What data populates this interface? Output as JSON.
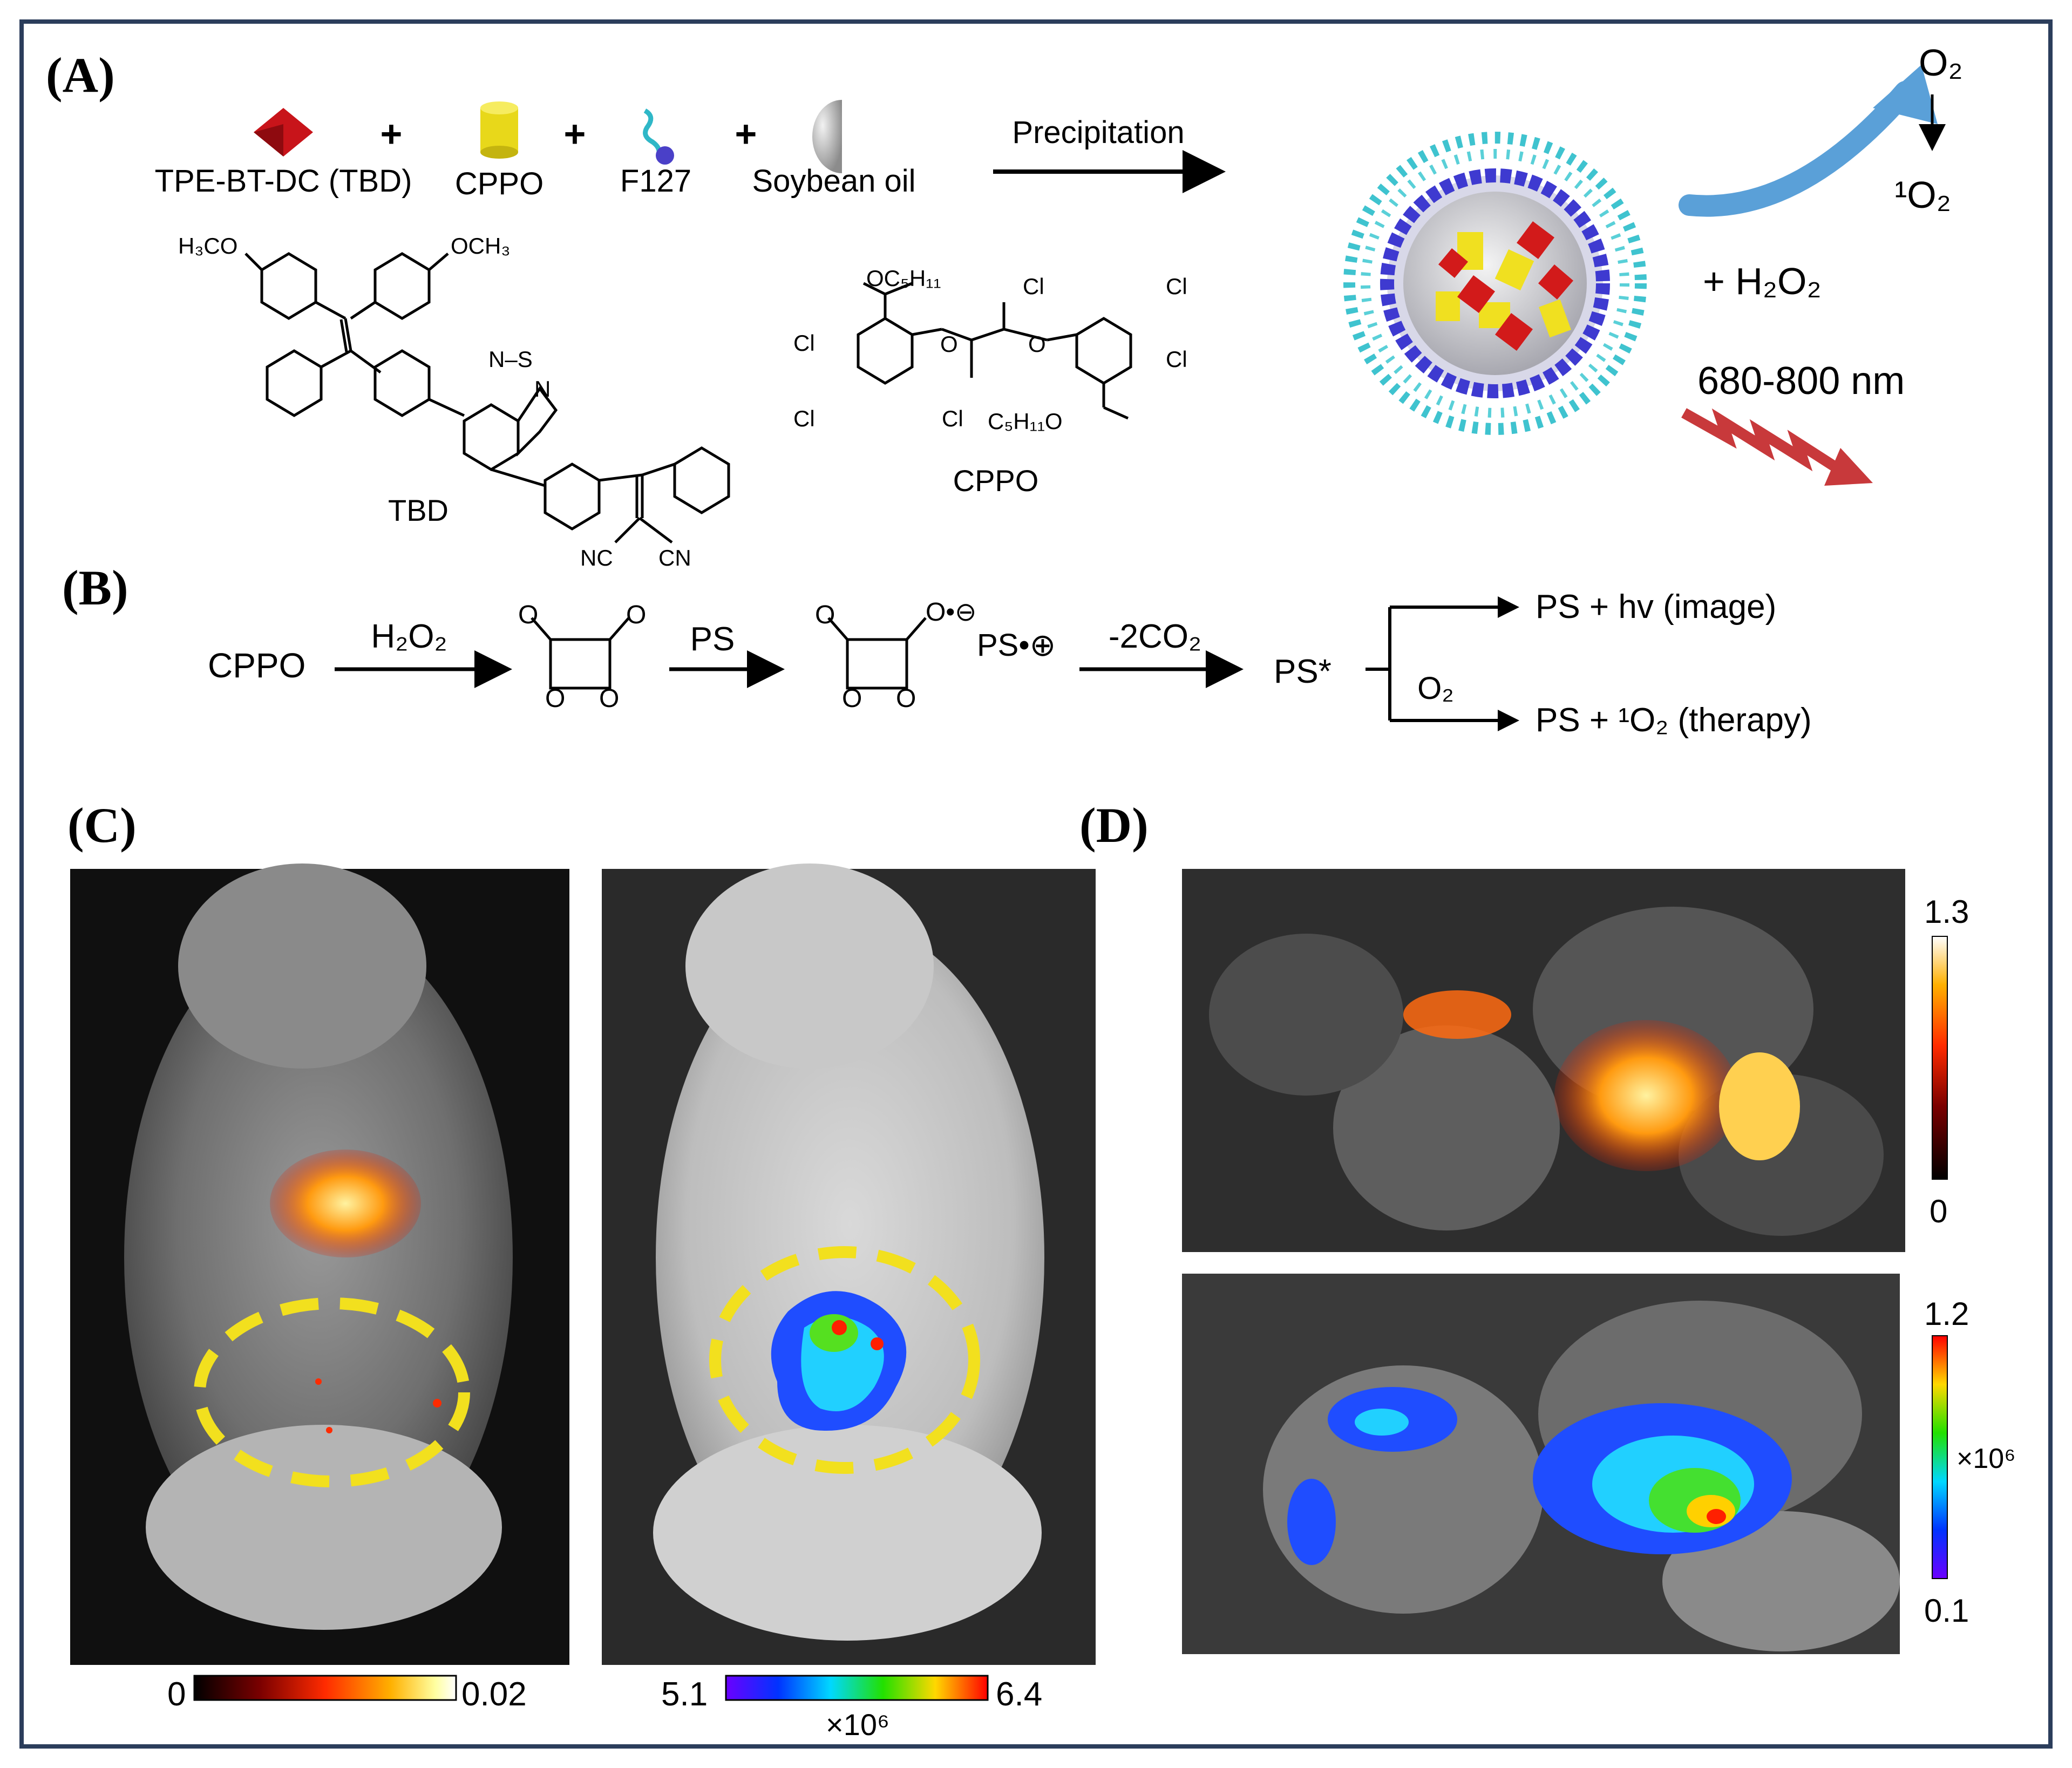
{
  "panels": {
    "a": {
      "label": "(A)",
      "reagents": [
        {
          "name": "TPE-BT-DC (TBD)",
          "icon": "red-cube-icon"
        },
        {
          "name": "CPPO",
          "icon": "yellow-cylinder-icon"
        },
        {
          "name": "F127",
          "icon": "polymer-chain-icon"
        },
        {
          "name": "Soybean oil",
          "icon": "oil-droplet-icon"
        }
      ],
      "plus": "+",
      "arrow_label": "Precipitation",
      "structure_labels": {
        "tbd": "TBD",
        "cppo": "CPPO",
        "h3co": "H₃CO",
        "och3": "OCH₃",
        "ns": "N–S",
        "n": "N",
        "nc": "NC",
        "cn": "CN",
        "oc5h11": "OC₅H₁₁",
        "c5h11o": "C₅H₁₁O",
        "cl": "Cl",
        "o": "O"
      },
      "o2": "O₂",
      "singlet_o2": "¹O₂",
      "h2o2": "+ H₂O₂",
      "emission": "680-800 nm"
    },
    "b": {
      "label": "(B)",
      "start": "CPPO",
      "h2o2": "H₂O₂",
      "ps": "PS",
      "ps_radical": "PS•⊕",
      "minus_co2": "-2CO₂",
      "ps_star": "PS*",
      "o2": "O₂",
      "image_branch": "PS + hv (image)",
      "therapy_branch": "PS + ¹O₂ (therapy)",
      "radical_anion": "O•⊖"
    },
    "c": {
      "label": "(C)",
      "left_scale": {
        "min": "0",
        "max": "0.02"
      },
      "right_scale": {
        "min": "5.1",
        "max": "6.4",
        "unit": "×10⁶"
      }
    },
    "d": {
      "label": "(D)",
      "top_scale": {
        "max": "1.3",
        "min": "0"
      },
      "bottom_scale": {
        "max": "1.2",
        "min": "0.1",
        "unit": "×10⁶"
      }
    }
  },
  "colors": {
    "frame": "#2b3d5b",
    "yellow_dashed": "#f2e01e",
    "heat_hot": "#ff4b10",
    "arrow_blue": "#5aa0d8",
    "emission_red": "#c8393b"
  }
}
